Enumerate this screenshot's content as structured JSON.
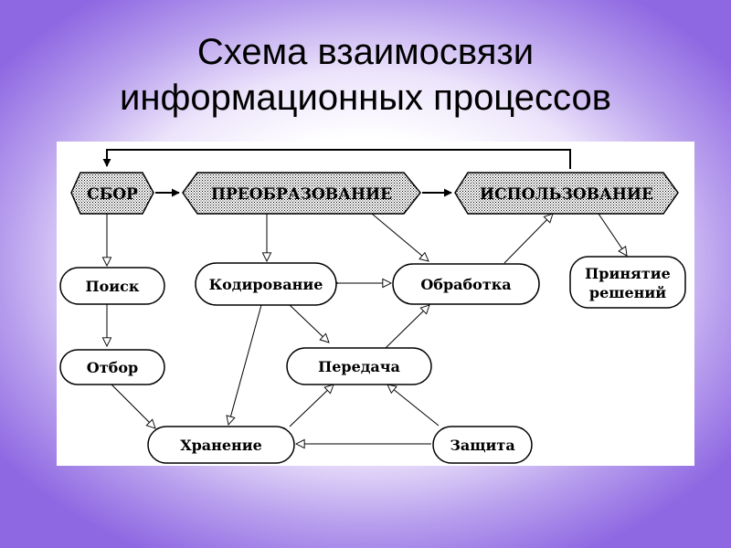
{
  "slide": {
    "title_line1": "Схема взаимосвязи",
    "title_line2": "информационных процессов"
  },
  "diagram": {
    "stages": {
      "collect": "СБОР",
      "transform": "ПРЕОБРАЗОВАНИЕ",
      "use": "ИСПОЛЬЗОВАНИЕ"
    },
    "processes": {
      "search": "Поиск",
      "select": "Отбор",
      "storage": "Хранение",
      "coding": "Кодирование",
      "processing": "Обработка",
      "transfer": "Передача",
      "protection": "Защита",
      "decision_line1": "Принятие",
      "decision_line2": "решений"
    }
  }
}
